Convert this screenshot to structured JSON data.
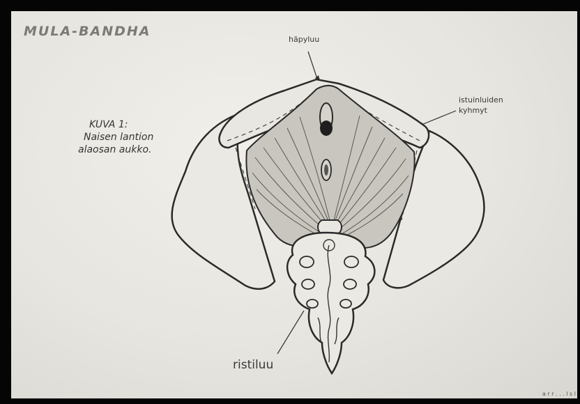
{
  "title": "MULA-BANDHA",
  "caption": {
    "label": "KUVA 1:",
    "line1": "Naisen lantion",
    "line2": "alaosan aukko."
  },
  "labels": {
    "pubic": "häpyluu",
    "ischial_line1": "istuinluiden",
    "ischial_line2": "kyhmyt",
    "sacrum": "ristiluu"
  },
  "corner_text": "a r r . . . l s l"
}
